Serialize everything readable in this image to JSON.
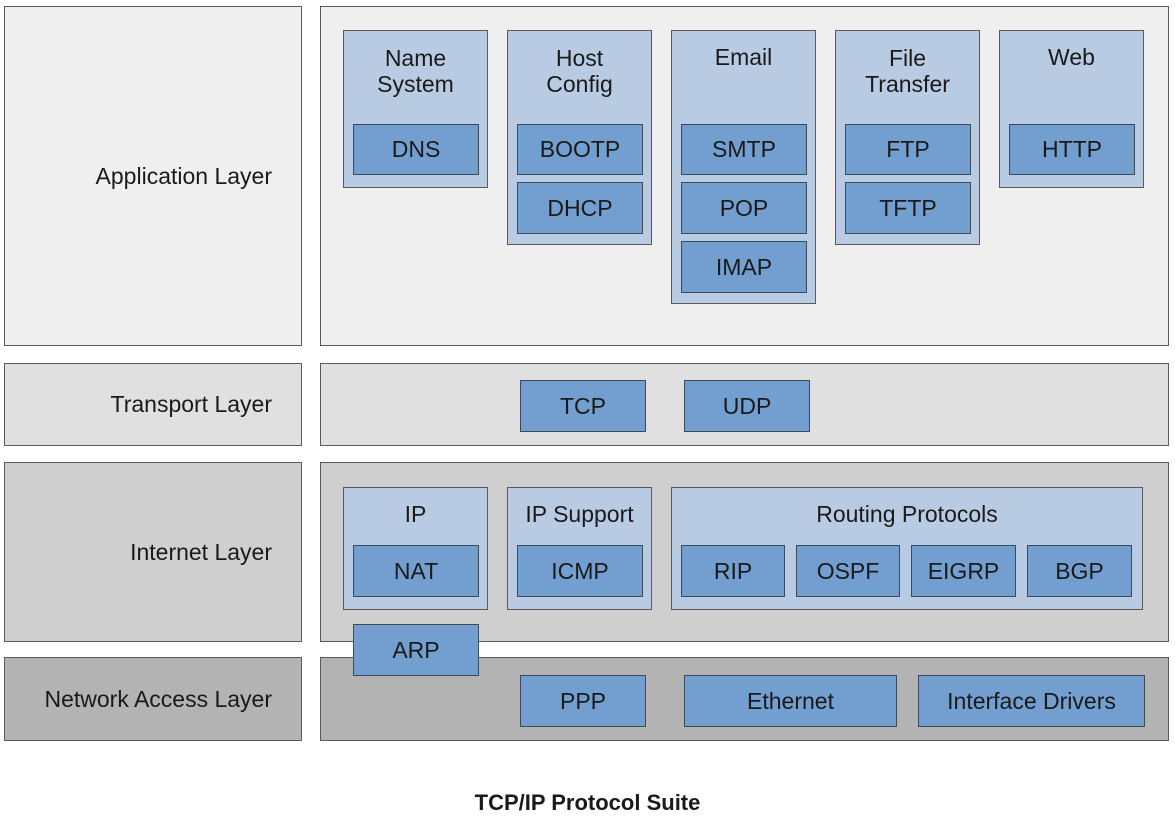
{
  "caption": "TCP/IP Protocol Suite",
  "layers": {
    "application": "Application Layer",
    "transport": "Transport Layer",
    "internet": "Internet Layer",
    "network_access": "Network Access Layer"
  },
  "application": {
    "name_system": {
      "title": "Name\nSystem",
      "protocols": [
        "DNS"
      ]
    },
    "host_config": {
      "title": "Host\nConfig",
      "protocols": [
        "BOOTP",
        "DHCP"
      ]
    },
    "email": {
      "title": "Email",
      "protocols": [
        "SMTP",
        "POP",
        "IMAP"
      ]
    },
    "file_transfer": {
      "title": "File\nTransfer",
      "protocols": [
        "FTP",
        "TFTP"
      ]
    },
    "web": {
      "title": "Web",
      "protocols": [
        "HTTP"
      ]
    }
  },
  "transport": {
    "protocols": [
      "TCP",
      "UDP"
    ]
  },
  "internet": {
    "ip": {
      "title": "IP",
      "protocols": [
        "NAT"
      ]
    },
    "ip_support": {
      "title": "IP Support",
      "protocols": [
        "ICMP"
      ]
    },
    "routing": {
      "title": "Routing Protocols",
      "protocols": [
        "RIP",
        "OSPF",
        "EIGRP",
        "BGP"
      ]
    }
  },
  "bridge": {
    "arp": "ARP"
  },
  "network_access": {
    "protocols": [
      "PPP",
      "Ethernet",
      "Interface Drivers"
    ]
  },
  "colors": {
    "protocol_fill": "#729fcf",
    "group_fill": "#b9cbe2",
    "application_layer": "#efefef",
    "transport_layer": "#e0e0e0",
    "internet_layer": "#cfcfcf",
    "network_access_layer": "#b3b3b3"
  }
}
